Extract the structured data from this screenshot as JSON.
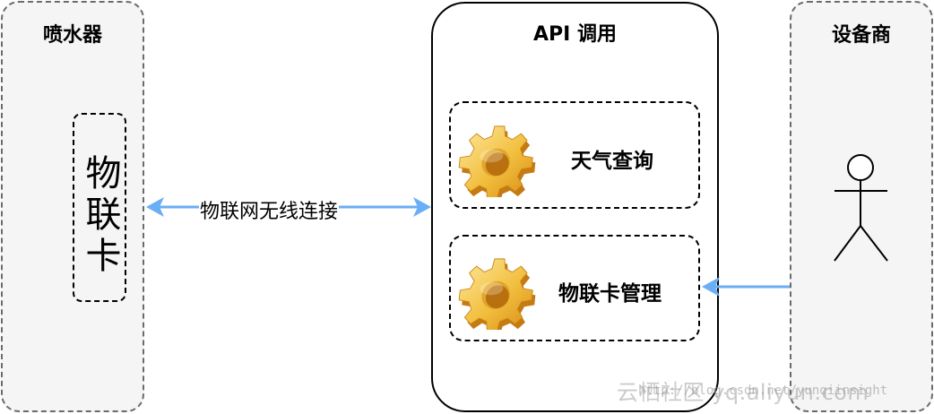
{
  "lanes": {
    "sprinkler": {
      "title": "喷水器"
    },
    "api": {
      "title": "API 调用"
    },
    "vendor": {
      "title": "设备商"
    }
  },
  "iot_card": {
    "label": "物联卡"
  },
  "services": [
    {
      "label": "天气查询",
      "icon": "gear-icon"
    },
    {
      "label": "物联卡管理",
      "icon": "gear-icon"
    }
  ],
  "connection": {
    "label": "物联网无线连接"
  },
  "watermark": {
    "main": "云栖社区 yq.aliyun.com",
    "sub": "http://blog.csdn.net/yunqiinsight"
  },
  "colors": {
    "arrow": "#6aaef5",
    "lane_fill": "#f5f5f5",
    "gear_light": "#f7d46a",
    "gear_dark": "#d9961e"
  }
}
